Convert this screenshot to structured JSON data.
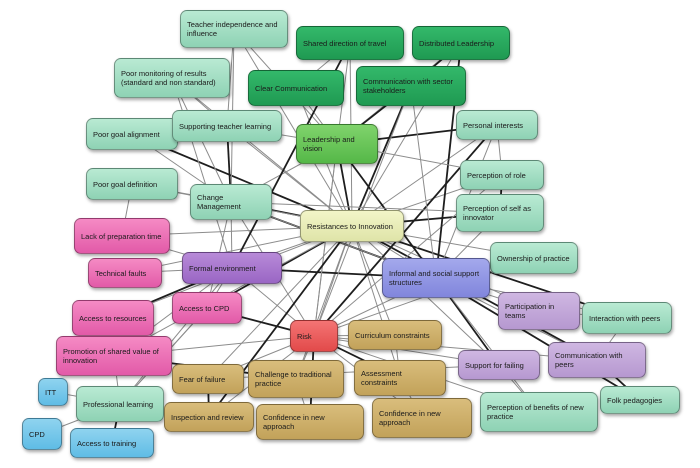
{
  "nodes": [
    {
      "id": "teacher-independence",
      "label": "Teacher independence and influence",
      "color": "#a8e0c6"
    },
    {
      "id": "shared-direction",
      "label": "Shared  direction of travel",
      "color": "#2aa85c"
    },
    {
      "id": "distributed-leadership",
      "label": "Distributed Leadership",
      "color": "#2aa85c"
    },
    {
      "id": "poor-monitoring",
      "label": "Poor monitoring of results (standard and non standard)",
      "color": "#a8e0c6"
    },
    {
      "id": "clear-communication",
      "label": "Clear Communication",
      "color": "#2aa85c"
    },
    {
      "id": "communication-sector",
      "label": "Communication with sector stakeholders",
      "color": "#2aa85c"
    },
    {
      "id": "poor-goal-alignment",
      "label": "Poor goal alignment",
      "color": "#a8e0c6"
    },
    {
      "id": "supporting-teacher",
      "label": "Supporting teacher learning",
      "color": "#a8e0c6"
    },
    {
      "id": "leadership-vision",
      "label": "Leadership and vision",
      "color": "#66c455"
    },
    {
      "id": "personal-interests",
      "label": "Personal interests",
      "color": "#a8e0c6"
    },
    {
      "id": "poor-goal-definition",
      "label": "Poor goal definition",
      "color": "#a8e0c6"
    },
    {
      "id": "change-management",
      "label": "Change Management",
      "color": "#a8e0c6"
    },
    {
      "id": "perception-role",
      "label": "Perception of role",
      "color": "#a8e0c6"
    },
    {
      "id": "perception-self",
      "label": "Perception of self as innovator",
      "color": "#a8e0c6"
    },
    {
      "id": "resistances",
      "label": "Resistances to Innovation",
      "color": "#e8ecb8"
    },
    {
      "id": "lack-preparation",
      "label": "Lack of preparation time",
      "color": "#ec6fb6"
    },
    {
      "id": "ownership-practice",
      "label": "Ownership of practice",
      "color": "#a8e0c6"
    },
    {
      "id": "technical-faults",
      "label": "Technical faults",
      "color": "#ec6fb6"
    },
    {
      "id": "formal-environment",
      "label": "Formal environment",
      "color": "#a878d0"
    },
    {
      "id": "informal-support",
      "label": "Informal and social support structures",
      "color": "#9096e4"
    },
    {
      "id": "access-cpd",
      "label": "Access to CPD",
      "color": "#ec6fb6"
    },
    {
      "id": "access-resources",
      "label": "Access to resources",
      "color": "#ec6fb6"
    },
    {
      "id": "participation-teams",
      "label": "Participation in teams",
      "color": "#c3a5d9"
    },
    {
      "id": "interaction-peers",
      "label": "Interaction with peers",
      "color": "#a8e0c6"
    },
    {
      "id": "risk",
      "label": "Risk",
      "color": "#ec5f5f"
    },
    {
      "id": "curriculum-constraints",
      "label": "Curriculum constraints",
      "color": "#cdb06a"
    },
    {
      "id": "promotion-shared",
      "label": "Promotion of shared value of innovation",
      "color": "#ec6fb6"
    },
    {
      "id": "communication-peers",
      "label": "Communication with peers",
      "color": "#c3a5d9"
    },
    {
      "id": "fear-failure",
      "label": "Fear of failure",
      "color": "#cdb06a"
    },
    {
      "id": "challenge-traditional",
      "label": "Challenge to traditional practice",
      "color": "#cdb06a"
    },
    {
      "id": "assessment-constraints",
      "label": "Assessment constraints",
      "color": "#cdb06a"
    },
    {
      "id": "support-failing",
      "label": "Support for failing",
      "color": "#c3a5d9"
    },
    {
      "id": "itt",
      "label": "ITT",
      "color": "#78c8ea"
    },
    {
      "id": "professional-learning",
      "label": "Professional learning",
      "color": "#a8e0c6"
    },
    {
      "id": "folk-pedagogies",
      "label": "Folk pedagogies",
      "color": "#a8e0c6"
    },
    {
      "id": "inspection-review",
      "label": "Inspection and review",
      "color": "#cdb06a"
    },
    {
      "id": "confidence-new-1",
      "label": "Confidence in new approach",
      "color": "#cdb06a"
    },
    {
      "id": "confidence-new-2",
      "label": "Confidence in new approach",
      "color": "#cdb06a"
    },
    {
      "id": "perception-benefits",
      "label": "Perception of benefits of new practice",
      "color": "#a8e0c6"
    },
    {
      "id": "cpd",
      "label": "CPD",
      "color": "#78c8ea"
    },
    {
      "id": "access-training",
      "label": "Access to training",
      "color": "#78c8ea"
    }
  ],
  "edges": [
    [
      "resistances",
      "change-management"
    ],
    [
      "resistances",
      "formal-environment"
    ],
    [
      "resistances",
      "informal-support"
    ],
    [
      "resistances",
      "risk"
    ],
    [
      "resistances",
      "leadership-vision"
    ],
    [
      "resistances",
      "supporting-teacher"
    ],
    [
      "resistances",
      "personal-interests"
    ],
    [
      "resistances",
      "perception-role"
    ],
    [
      "resistances",
      "perception-self"
    ],
    [
      "resistances",
      "ownership-practice"
    ],
    [
      "resistances",
      "shared-direction"
    ],
    [
      "resistances",
      "distributed-leadership"
    ],
    [
      "resistances",
      "communication-sector"
    ],
    [
      "resistances",
      "clear-communication"
    ],
    [
      "resistances",
      "teacher-independence"
    ],
    [
      "resistances",
      "poor-monitoring"
    ],
    [
      "resistances",
      "poor-goal-alignment"
    ],
    [
      "resistances",
      "poor-goal-definition"
    ],
    [
      "resistances",
      "lack-preparation"
    ],
    [
      "resistances",
      "technical-faults"
    ],
    [
      "resistances",
      "access-cpd"
    ],
    [
      "resistances",
      "curriculum-constraints"
    ],
    [
      "resistances",
      "assessment-constraints"
    ],
    [
      "resistances",
      "participation-teams"
    ],
    [
      "resistances",
      "communication-peers"
    ],
    [
      "resistances",
      "support-failing"
    ],
    [
      "resistances",
      "fear-failure"
    ],
    [
      "resistances",
      "challenge-traditional"
    ],
    [
      "resistances",
      "interaction-peers"
    ],
    [
      "leadership-vision",
      "shared-direction"
    ],
    [
      "leadership-vision",
      "distributed-leadership"
    ],
    [
      "leadership-vision",
      "clear-communication"
    ],
    [
      "leadership-vision",
      "communication-sector"
    ],
    [
      "leadership-vision",
      "supporting-teacher"
    ],
    [
      "leadership-vision",
      "teacher-independence"
    ],
    [
      "leadership-vision",
      "change-management"
    ],
    [
      "leadership-vision",
      "personal-interests"
    ],
    [
      "change-management",
      "poor-monitoring"
    ],
    [
      "change-management",
      "poor-goal-alignment"
    ],
    [
      "change-management",
      "poor-goal-definition"
    ],
    [
      "change-management",
      "supporting-teacher"
    ],
    [
      "change-management",
      "teacher-independence"
    ],
    [
      "change-management",
      "formal-environment"
    ],
    [
      "change-management",
      "risk"
    ],
    [
      "change-management",
      "informal-support"
    ],
    [
      "formal-environment",
      "lack-preparation"
    ],
    [
      "formal-environment",
      "technical-faults"
    ],
    [
      "formal-environment",
      "access-cpd"
    ],
    [
      "formal-environment",
      "access-resources"
    ],
    [
      "formal-environment",
      "promotion-shared"
    ],
    [
      "formal-environment",
      "risk"
    ],
    [
      "formal-environment",
      "professional-learning"
    ],
    [
      "formal-environment",
      "informal-support"
    ],
    [
      "informal-support",
      "participation-teams"
    ],
    [
      "informal-support",
      "interaction-peers"
    ],
    [
      "informal-support",
      "communication-peers"
    ],
    [
      "informal-support",
      "support-failing"
    ],
    [
      "informal-support",
      "ownership-practice"
    ],
    [
      "informal-support",
      "perception-self"
    ],
    [
      "informal-support",
      "risk"
    ],
    [
      "informal-support",
      "folk-pedagogies"
    ],
    [
      "informal-support",
      "perception-benefits"
    ],
    [
      "informal-support",
      "personal-interests"
    ],
    [
      "risk",
      "curriculum-constraints"
    ],
    [
      "risk",
      "assessment-constraints"
    ],
    [
      "risk",
      "fear-failure"
    ],
    [
      "risk",
      "challenge-traditional"
    ],
    [
      "risk",
      "inspection-review"
    ],
    [
      "risk",
      "confidence-new-1"
    ],
    [
      "risk",
      "confidence-new-2"
    ],
    [
      "risk",
      "support-failing"
    ],
    [
      "risk",
      "promotion-shared"
    ],
    [
      "risk",
      "access-cpd"
    ],
    [
      "risk",
      "perception-benefits"
    ],
    [
      "risk",
      "communication-peers"
    ],
    [
      "risk",
      "leadership-vision"
    ],
    [
      "risk",
      "personal-interests"
    ],
    [
      "risk",
      "perception-role"
    ],
    [
      "professional-learning",
      "itt"
    ],
    [
      "professional-learning",
      "cpd"
    ],
    [
      "professional-learning",
      "access-training"
    ],
    [
      "professional-learning",
      "access-cpd"
    ],
    [
      "professional-learning",
      "promotion-shared"
    ],
    [
      "access-cpd",
      "professional-learning"
    ],
    [
      "fear-failure",
      "inspection-review"
    ],
    [
      "challenge-traditional",
      "confidence-new-1"
    ],
    [
      "assessment-constraints",
      "confidence-new-2"
    ],
    [
      "support-failing",
      "perception-benefits"
    ],
    [
      "communication-peers",
      "folk-pedagogies"
    ],
    [
      "participation-teams",
      "interaction-peers"
    ],
    [
      "communication-peers",
      "interaction-peers"
    ],
    [
      "personal-interests",
      "perception-role"
    ],
    [
      "perception-role",
      "perception-self"
    ],
    [
      "supporting-teacher",
      "poor-goal-alignment"
    ],
    [
      "supporting-teacher",
      "poor-monitoring"
    ],
    [
      "shared-direction",
      "clear-communication"
    ],
    [
      "distributed-leadership",
      "communication-sector"
    ],
    [
      "teacher-independence",
      "supporting-teacher"
    ],
    [
      "poor-goal-definition",
      "lack-preparation"
    ],
    [
      "curriculum-constraints",
      "assessment-constraints"
    ],
    [
      "leadership-vision",
      "informal-support"
    ],
    [
      "change-management",
      "access-cpd"
    ],
    [
      "leadership-vision",
      "risk"
    ],
    [
      "informal-support",
      "communication-sector"
    ],
    [
      "informal-support",
      "distributed-leadership"
    ],
    [
      "formal-environment",
      "poor-monitoring"
    ],
    [
      "risk",
      "ownership-practice"
    ],
    [
      "support-failing",
      "fear-failure"
    ],
    [
      "promotion-shared",
      "challenge-traditional"
    ],
    [
      "change-management",
      "perception-self"
    ],
    [
      "leadership-vision",
      "perception-role"
    ],
    [
      "informal-support",
      "change-management"
    ],
    [
      "formal-environment",
      "shared-direction"
    ],
    [
      "risk",
      "communication-sector"
    ],
    [
      "resistances",
      "access-resources"
    ],
    [
      "resistances",
      "promotion-shared"
    ],
    [
      "resistances",
      "inspection-review"
    ]
  ]
}
